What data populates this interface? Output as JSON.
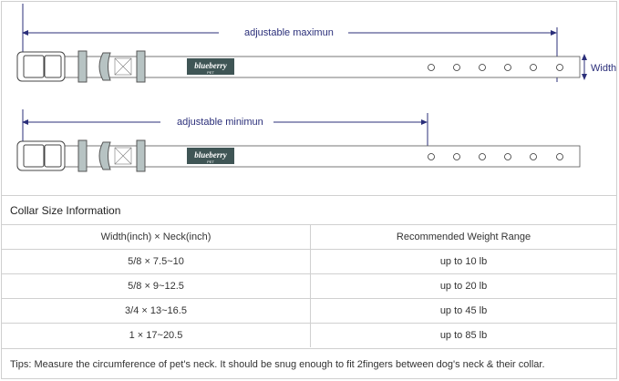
{
  "diagram": {
    "max_label": "adjustable maximun",
    "min_label": "adjustable minimun",
    "width_label": "Width",
    "brand_logo": "blueberry",
    "brand_sub": "PET",
    "colors": {
      "arrow": "#2b2f7a",
      "keeper": "#b7c3c3",
      "logo_bg": "#3f5555"
    }
  },
  "info": {
    "title": "Collar Size Information",
    "headers": [
      "Width(inch)  ×  Neck(inch)",
      "Recommended Weight Range"
    ],
    "rows": [
      [
        "5/8 × 7.5~10",
        "up to 10 lb"
      ],
      [
        "5/8 × 9~12.5",
        "up to 20 lb"
      ],
      [
        "3/4 × 13~16.5",
        "up to 45 lb"
      ],
      [
        "1 × 17~20.5",
        "up to 85 lb"
      ]
    ],
    "tips": "Tips: Measure the circumference of pet's neck. It should be snug enough to fit 2fingers between dog's neck & their collar."
  }
}
